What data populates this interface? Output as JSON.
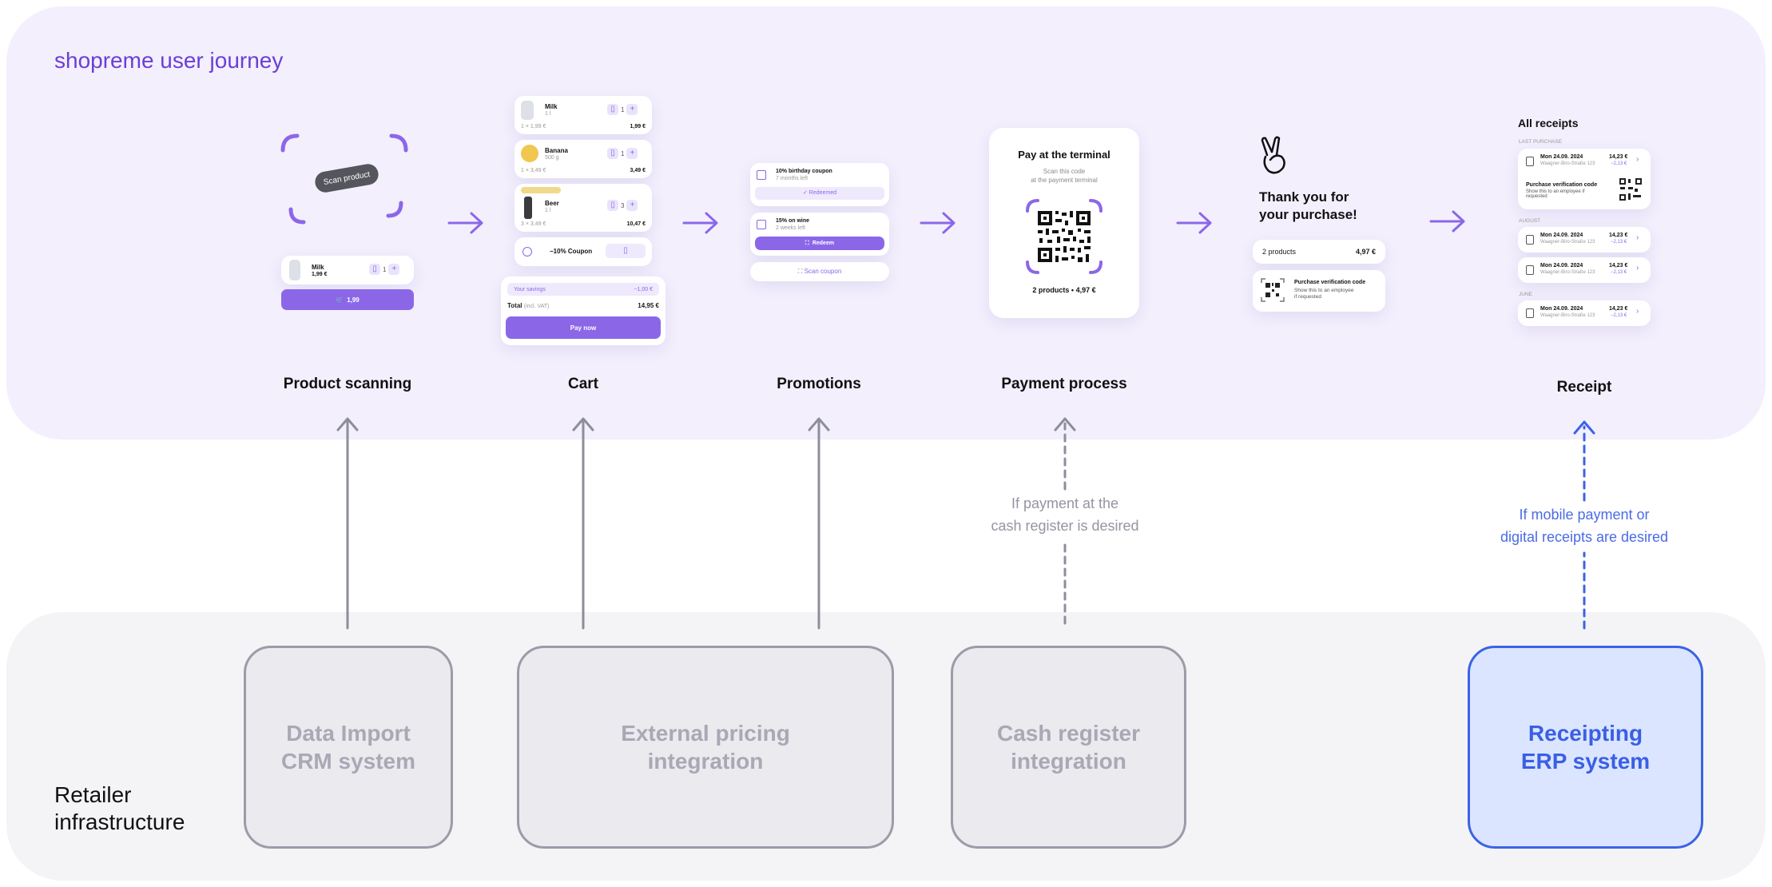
{
  "journey": {
    "title": "shopreme user journey",
    "stages": [
      {
        "label": "Product scanning"
      },
      {
        "label": "Cart"
      },
      {
        "label": "Promotions"
      },
      {
        "label": "Payment process"
      },
      {
        "label": "Receipt"
      }
    ]
  },
  "scanning": {
    "badge": "Scan product",
    "item_name": "Milk",
    "item_price": "1,99 €",
    "qty": "1",
    "cart_button": "1,99"
  },
  "cart": {
    "items": [
      {
        "name": "Milk",
        "sub": "1 l",
        "unit": "1 × 1,99 €",
        "total": "1,99 €",
        "qty": "1"
      },
      {
        "name": "Banana",
        "sub": "500 g",
        "unit": "1 × 3,49 €",
        "total": "3,49 €",
        "qty": "1"
      },
      {
        "name": "Beer",
        "sub": "1 l",
        "unit": "3 × 3,49 €",
        "total": "10,47 €",
        "qty": "3"
      }
    ],
    "coupon": "−10% Coupon",
    "savings_label": "Your savings",
    "savings_value": "−1,00 €",
    "total_label": "Total",
    "total_note": "(incl. VAT)",
    "total_value": "14,95 €",
    "pay_button": "Pay now"
  },
  "promotions": {
    "coupon1_title": "10% birthday coupon",
    "coupon1_sub": "7 months left",
    "coupon1_status": "Redeemed",
    "coupon2_title": "15% on wine",
    "coupon2_sub": "2 weeks left",
    "coupon2_button": "Redeem",
    "scan_coupon": "Scan coupon"
  },
  "payment": {
    "title": "Pay at the terminal",
    "sub1": "Scan this code",
    "sub2": "at the payment terminal",
    "summary": "2 products • 4,97 €"
  },
  "thanks": {
    "line1": "Thank you for",
    "line2": "your purchase!",
    "products": "2 products",
    "amount": "4,97 €",
    "verify_title": "Purchase verification code",
    "verify_sub1": "Show this to an employee",
    "verify_sub2": "if requested"
  },
  "receipts": {
    "title": "All receipts",
    "section_last": "LAST PURCHASE",
    "section_aug": "AUGUST",
    "section_june": "JUNE",
    "date": "Mon 24.09. 2024",
    "address": "Waagner-Biro-Straße 123",
    "amount": "14,23 €",
    "saving": "−2,13 €",
    "verify_title": "Purchase verification code",
    "verify_sub": "Show this to an employee if requested"
  },
  "notes": {
    "cash": [
      "If payment at the",
      "cash register is desired"
    ],
    "mobile": [
      "If mobile payment or",
      "digital receipts are desired"
    ]
  },
  "infrastructure": {
    "title_line1": "Retailer",
    "title_line2": "infrastructure",
    "systems": [
      {
        "line1": "Data Import",
        "line2": "CRM system"
      },
      {
        "line1": "External pricing",
        "line2": "integration"
      },
      {
        "line1": "Cash register",
        "line2": "integration"
      },
      {
        "line1": "Receipting",
        "line2": "ERP system"
      }
    ]
  },
  "colors": {
    "accent": "#8b67e8",
    "title_purple": "#6b3fd4",
    "erp_blue": "#3b63e6",
    "gray_arrow": "#8e8d9a"
  }
}
